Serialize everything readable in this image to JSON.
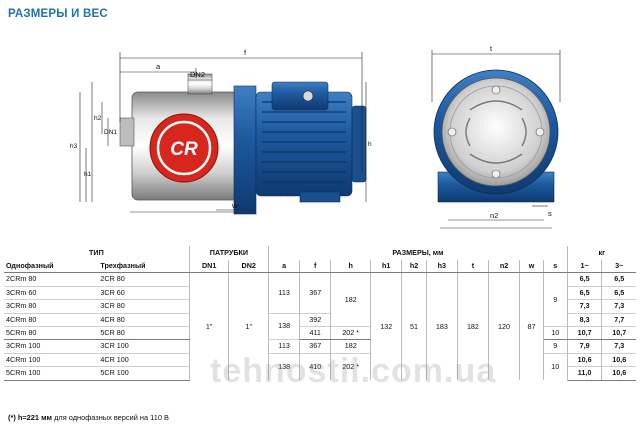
{
  "title": "РАЗМЕРЫ И ВЕС",
  "drawing": {
    "logo_text": "CR",
    "dims": {
      "f": "f",
      "a": "a",
      "dn2": "DN2",
      "dn1": "DN1",
      "h2": "h2",
      "h3": "h3",
      "h1": "h1",
      "h": "h",
      "w": "w",
      "t": "t",
      "n2": "n2",
      "s": "s"
    }
  },
  "table": {
    "header_row1": {
      "tip": "ТИП",
      "patrubki": "ПАТРУБКИ",
      "razmery": "РАЗМЕРЫ, мм",
      "kg": "кг"
    },
    "header_row2": [
      "Однофазный",
      "Трехфазный",
      "DN1",
      "DN2",
      "a",
      "f",
      "h",
      "h1",
      "h2",
      "h3",
      "t",
      "n2",
      "w",
      "s",
      "1~",
      "3~"
    ],
    "rows": [
      {
        "m1": "2CRm 80",
        "m3": "2CR 80",
        "f": "",
        "h": "",
        "w1": "6,5",
        "w3": "6,5"
      },
      {
        "m1": "3CRm 60",
        "m3": "3CR 60",
        "f": "",
        "h": "",
        "w1": "6,5",
        "w3": "6,5"
      },
      {
        "m1": "3CRm 80",
        "m3": "3CR 80",
        "f": "",
        "h": "",
        "w1": "7,3",
        "w3": "7,3"
      },
      {
        "m1": "4CRm 80",
        "m3": "4CR 80",
        "f": "392",
        "h": "",
        "w1": "8,3",
        "w3": "7,7"
      },
      {
        "m1": "5CRm 80",
        "m3": "5CR 80",
        "f": "411",
        "h": "202 *",
        "w1": "10,7",
        "w3": "10,7"
      },
      {
        "m1": "3CRm 100",
        "m3": "3CR 100",
        "f": "367",
        "h": "182",
        "w1": "7,9",
        "w3": "7,3"
      },
      {
        "m1": "4CRm 100",
        "m3": "4CR 100",
        "f": "",
        "h": "",
        "w1": "10,6",
        "w3": "10,6"
      },
      {
        "m1": "5CRm 100",
        "m3": "5CR 100",
        "f": "410",
        "h": "202 *",
        "w1": "11,0",
        "w3": "10,6"
      }
    ],
    "merged": {
      "dn1": "1\"",
      "dn2": "1\"",
      "a_g1": "113",
      "f_g1": "367",
      "h_g1": "182",
      "a_g2": "138",
      "a_g3": "113",
      "a_g4": "138",
      "h1": "132",
      "h2": "51",
      "h3": "183",
      "t": "182",
      "n2": "120",
      "w": "87",
      "s_g1": "9",
      "s_g2": "10",
      "s_g3": "9",
      "s_g4": "10"
    }
  },
  "footnote": {
    "bold": "(*) h=221 мм",
    "rest": " для однофазных версий на 110 В"
  },
  "watermark": "tehnostil.com.ua"
}
